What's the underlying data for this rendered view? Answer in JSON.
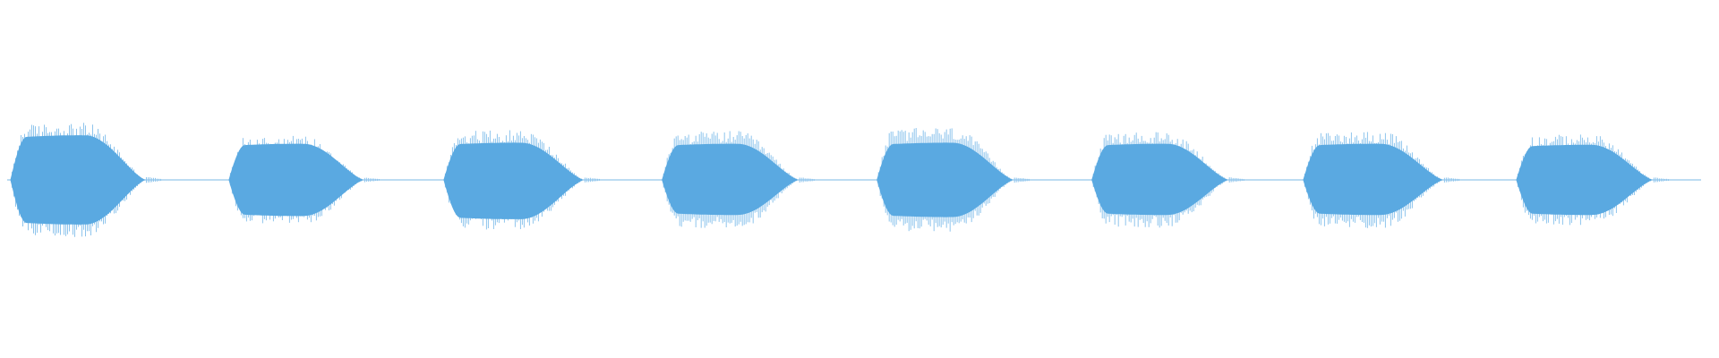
{
  "waveform": {
    "color_fill": "#5aa9e1",
    "color_spikes": "#8ec4ec",
    "color_baseline": "#7ab8e6",
    "normalized_peak": 1.0,
    "bursts": [
      {
        "start": 0.006,
        "end": 0.085,
        "level_pos": 0.84,
        "level_neg": 0.84,
        "spike_level": 0.98
      },
      {
        "start": 0.133,
        "end": 0.212,
        "level_pos": 0.68,
        "level_neg": 0.68,
        "spike_level": 0.76
      },
      {
        "start": 0.258,
        "end": 0.34,
        "level_pos": 0.7,
        "level_neg": 0.74,
        "spike_level": 0.86
      },
      {
        "start": 0.385,
        "end": 0.465,
        "level_pos": 0.68,
        "level_neg": 0.66,
        "spike_level": 0.84
      },
      {
        "start": 0.51,
        "end": 0.59,
        "level_pos": 0.7,
        "level_neg": 0.7,
        "spike_level": 0.9
      },
      {
        "start": 0.635,
        "end": 0.715,
        "level_pos": 0.68,
        "level_neg": 0.66,
        "spike_level": 0.82
      },
      {
        "start": 0.758,
        "end": 0.84,
        "level_pos": 0.68,
        "level_neg": 0.66,
        "spike_level": 0.84
      },
      {
        "start": 0.882,
        "end": 0.962,
        "level_pos": 0.66,
        "level_neg": 0.66,
        "spike_level": 0.78
      }
    ]
  }
}
